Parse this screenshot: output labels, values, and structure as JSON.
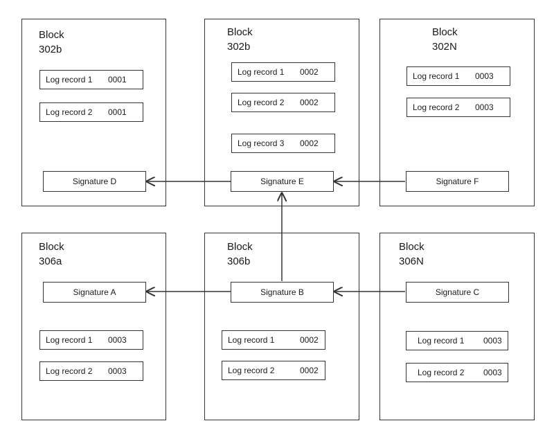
{
  "blocks": {
    "b302b_left": {
      "title": "Block\n302b",
      "records": [
        {
          "label": "Log record 1",
          "code": "0001"
        },
        {
          "label": "Log record 2",
          "code": "0001"
        }
      ],
      "signature": "Signature D"
    },
    "b302b_mid": {
      "title": "Block\n302b",
      "records": [
        {
          "label": "Log record 1",
          "code": "0002"
        },
        {
          "label": "Log record 2",
          "code": "0002"
        },
        {
          "label": "Log record 3",
          "code": "0002"
        }
      ],
      "signature": "Signature E"
    },
    "b302N": {
      "title": "Block\n302N",
      "records": [
        {
          "label": "Log record 1",
          "code": "0003"
        },
        {
          "label": "Log record 2",
          "code": "0003"
        }
      ],
      "signature": "Signature F"
    },
    "b306a": {
      "title": "Block\n306a",
      "signature": "Signature A",
      "records": [
        {
          "label": "Log record 1",
          "code": "0003"
        },
        {
          "label": "Log record 2",
          "code": "0003"
        }
      ]
    },
    "b306b": {
      "title": "Block\n306b",
      "signature": "Signature B",
      "records": [
        {
          "label": "Log record 1",
          "code": "0002"
        },
        {
          "label": "Log record 2",
          "code": "0002"
        }
      ]
    },
    "b306N": {
      "title": "Block\n306N",
      "signature": "Signature C",
      "records": [
        {
          "label": "Log record 1",
          "code": "0003"
        },
        {
          "label": "Log record 2",
          "code": "0003"
        }
      ]
    }
  },
  "colors": {
    "line": "#333333"
  }
}
